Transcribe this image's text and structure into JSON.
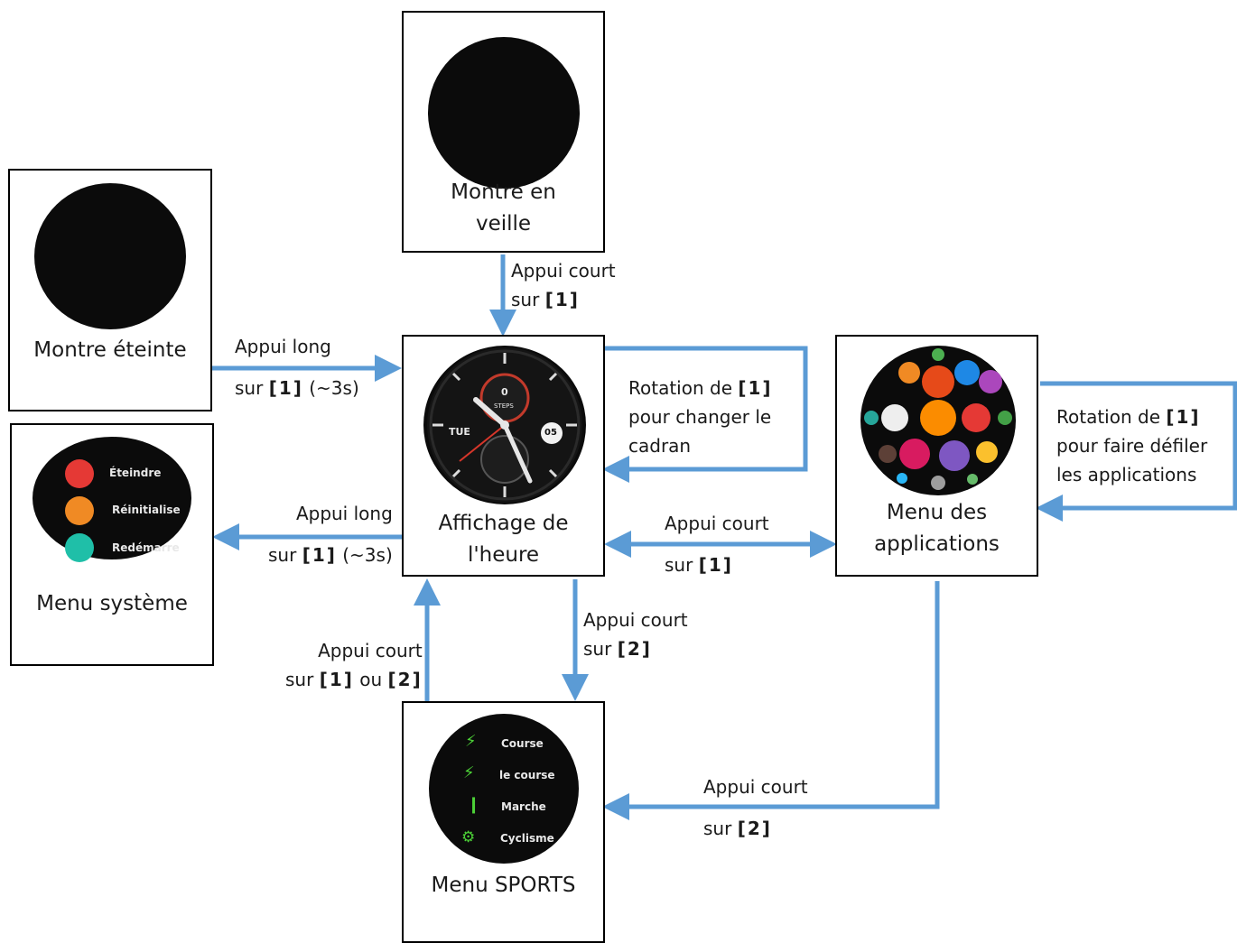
{
  "colors": {
    "arrow": "#5b9bd5",
    "watch_face": "#0b0b0b",
    "sport_green": "#4cd137"
  },
  "nodes": {
    "standby": {
      "label_line1": "Montre en",
      "label_line2": "veille"
    },
    "off": {
      "label": "Montre éteinte"
    },
    "clock": {
      "label_line1": "Affichage de",
      "label_line2": "l'heure",
      "day": "TUE",
      "date": "05",
      "steps_value": "0",
      "steps_label": "STEPS"
    },
    "system": {
      "label": "Menu système",
      "items": [
        "Éteindre",
        "Réinitialise",
        "Redémarre"
      ]
    },
    "apps": {
      "label_line1": "Menu des",
      "label_line2": "applications"
    },
    "sports": {
      "label": "Menu SPORTS",
      "items": [
        "Course",
        "le course",
        "Marche",
        "Cyclisme"
      ]
    }
  },
  "edges": {
    "standby_to_clock": {
      "line1": "Appui court",
      "line2_prefix": "sur ",
      "key": "[1]",
      "line2_suffix": ""
    },
    "off_to_clock": {
      "line1": "Appui long",
      "line2_prefix": "sur ",
      "key": "[1]",
      "line2_suffix": " (~3s)"
    },
    "clock_rotation": {
      "line1_prefix": "Rotation de ",
      "key": "[1]",
      "line2": "pour changer le",
      "line3": "cadran"
    },
    "clock_to_system": {
      "line1": "Appui long",
      "line2_prefix": "sur ",
      "key": "[1]",
      "line2_suffix": " (~3s)"
    },
    "clock_apps": {
      "line1": "Appui court",
      "line2_prefix": "sur ",
      "key": "[1]"
    },
    "apps_rotation": {
      "line1_prefix": "Rotation de ",
      "key": "[1]",
      "line2": "pour faire défiler",
      "line3": "les applications"
    },
    "clock_to_sports": {
      "line1": "Appui court",
      "line2_prefix": "sur ",
      "key": "[2]"
    },
    "sports_to_clock": {
      "line1": "Appui court",
      "line2_prefix": "sur ",
      "key1": "[1]",
      "middle": " ou ",
      "key2": "[2]"
    },
    "apps_to_sports": {
      "line1": "Appui court",
      "line2_prefix": "sur ",
      "key": "[2]"
    }
  }
}
